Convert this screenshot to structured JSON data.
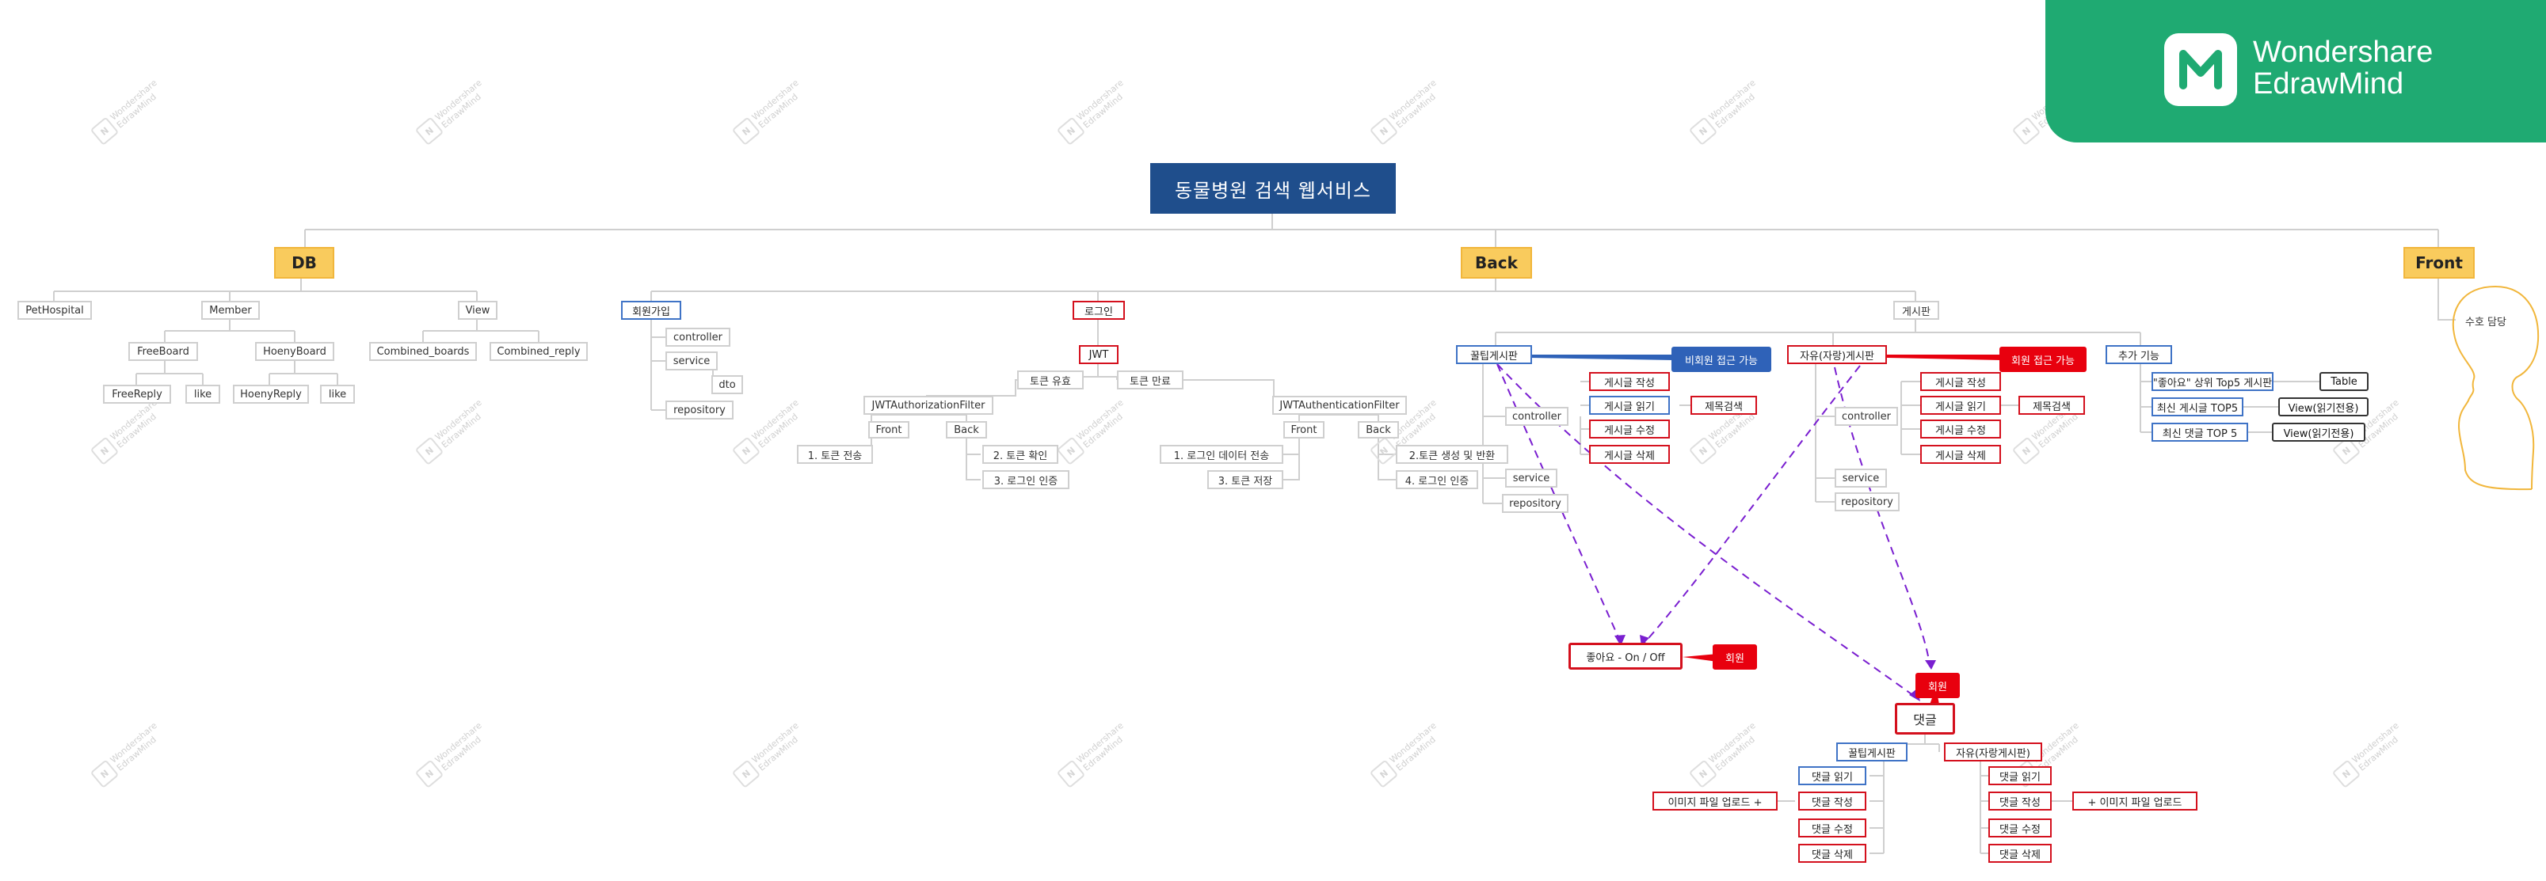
{
  "brand": {
    "line1": "Wondershare",
    "line2": "EdrawMind",
    "icon": "edrawmind-logo-icon"
  },
  "watermark": {
    "line1": "Wondershare",
    "line2": "EdrawMind"
  },
  "root": "동물병원 검색 웹서비스",
  "branches": {
    "db": "DB",
    "back": "Back",
    "front": "Front"
  },
  "db": {
    "pethospital": "PetHospital",
    "member": "Member",
    "view": "View",
    "freeboard": "FreeBoard",
    "hoenyboard": "HoenyBoard",
    "freereply": "FreeReply",
    "like1": "like",
    "hoenyreply": "HoenyReply",
    "like2": "like",
    "combined_boards": "Combined_boards",
    "combined_reply": "Combined_reply"
  },
  "signup": {
    "title": "회원가입",
    "controller": "controller",
    "service": "service",
    "dto": "dto",
    "repository": "repository"
  },
  "login": {
    "title": "로그인",
    "jwt": "JWT",
    "token_valid": "토큰 유효",
    "token_expired": "토큰 만료",
    "authz_filter": "JWTAuthorizationFilter",
    "authz_front": "Front",
    "authz_back": "Back",
    "authz_step1": "1. 토큰 전송",
    "authz_step2": "2. 토큰 확인",
    "authz_step3": "3. 로그인 인증",
    "authn_filter": "JWTAuthenticationFilter",
    "authn_front": "Front",
    "authn_back": "Back",
    "authn_step1": "1. 로그인 데이터 전송",
    "authn_step2": "2.토큰 생성 및 반환",
    "authn_step3": "3. 토큰 저장",
    "authn_step4": "4. 로그인 인증"
  },
  "board": {
    "title": "게시판",
    "honey": {
      "title": "꿀팁게시판",
      "callout": "비회원 접근 가능",
      "controller": "controller",
      "service": "service",
      "repository": "repository",
      "write": "게시글 작성",
      "read": "게시글 읽기",
      "edit": "게시글 수정",
      "delete": "게시글 삭제",
      "search": "제목검색"
    },
    "free": {
      "title": "자유(자랑)게시판",
      "callout": "회원 접근 가능",
      "controller": "controller",
      "service": "service",
      "repository": "repository",
      "write": "게시글 작성",
      "read": "게시글 읽기",
      "edit": "게시글 수정",
      "delete": "게시글 삭제",
      "search": "제목검색"
    },
    "extra": {
      "title": "추가 기능",
      "top5_likes": "\"좋아요\" 상위 Top5 게시판",
      "table": "Table",
      "recent_posts": "최신 게시글 TOP5",
      "view1": "View(읽기전용)",
      "recent_replies": "최신 댓글 TOP 5",
      "view2": "View(읽기전용)"
    }
  },
  "like": {
    "title": "좋아요 - On / Off",
    "badge": "회원"
  },
  "reply": {
    "badge": "회원",
    "title": "댓글",
    "honey": {
      "title": "꿀팁게시판",
      "read": "댓글 읽기",
      "write": "댓글 작성",
      "edit": "댓글 수정",
      "delete": "댓글 삭제",
      "upload": "이미지 파일 업로드 +"
    },
    "free": {
      "title": "자유(자랑게시판)",
      "read": "댓글 읽기",
      "write": "댓글 작성",
      "edit": "댓글 수정",
      "delete": "댓글 삭제",
      "upload": "+ 이미지 파일 업로드"
    }
  },
  "front": {
    "person_label": "수호 담당"
  }
}
